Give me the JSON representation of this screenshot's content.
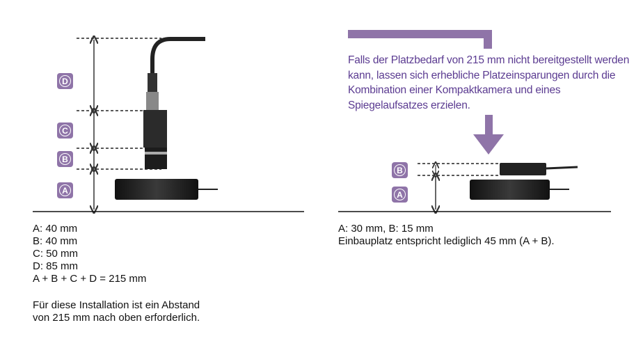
{
  "left": {
    "badges": [
      "D",
      "C",
      "B",
      "A"
    ],
    "legend": [
      "A: 40 mm",
      "B: 40 mm",
      "C: 50 mm",
      "D: 85 mm",
      "A + B + C + D = 215 mm"
    ],
    "note": [
      "Für diese Installation ist ein Abstand",
      "von 215 mm nach oben erforderlich."
    ]
  },
  "right": {
    "callout": "Falls der Platzbedarf von 215 mm nicht bereitgestellt werden kann, lassen sich erhebliche Platzeinsparungen durch die Kombination einer Kompaktkamera und eines Spiegelaufsatzes erzielen.",
    "badges": [
      "B",
      "A"
    ],
    "legend": [
      "A: 30 mm, B: 15 mm",
      "Einbauplatz entspricht lediglich 45 mm (A + B)."
    ]
  },
  "colors": {
    "accent": "#8f74a8",
    "callout_text": "#5b3b91"
  }
}
